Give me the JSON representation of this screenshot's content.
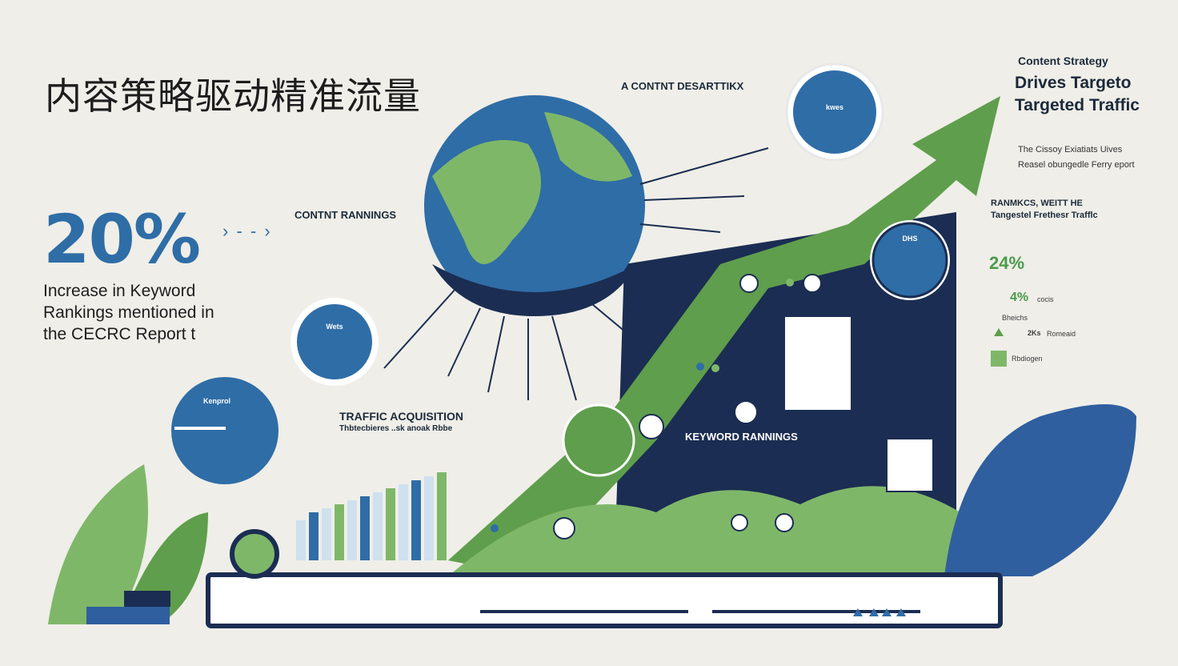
{
  "header": {
    "title": "内容策略驱动精准流量"
  },
  "left_stat": {
    "value": "20%",
    "arrows": "› - - ›",
    "description_line1": "Increase in Keyword",
    "description_line2": "Rankings mentioned in",
    "description_line3": "the CECRC Report t"
  },
  "top_annotation": {
    "heading": "A CONTNT DESARTTIKX"
  },
  "content_rankings": {
    "heading": "CONTNT RANNINGS"
  },
  "circle_views": {
    "label": "Wets"
  },
  "circle_keyword": {
    "label": "Kenprol"
  },
  "traffic_acquisition": {
    "heading": "TRAFFIC ACQUISITION",
    "subheading": "Thbtecbieres ..sk anoak Rbbe"
  },
  "keyword_rankings": {
    "heading": "KEYWORD RANNINGS"
  },
  "top_circle": {
    "label": "kwes"
  },
  "right_panel": {
    "small_title": "Content Strategy",
    "title_line1": "Drives Targeto",
    "title_line2": "Targeted Traffic",
    "sub_line1": "The Cissoy Exiatiats Uives",
    "sub_line2": "Reasel obungedle Ferry eport",
    "rankings_heading": "RANMKCS, WEITT HE",
    "rankings_sub": "Tangestel Frethesr Trafflc",
    "pct_a": "24%",
    "pct_b": "4%",
    "pct_b_suffix": "cocis",
    "row_c": "Bheichs",
    "row_d": "2Ks",
    "row_d_suffix": "Romeaid",
    "row_e": "Rbdiogen"
  },
  "right_circle": {
    "label": "DHS"
  },
  "colors": {
    "navy": "#1b2d52",
    "blue": "#2f6da6",
    "green": "#5f9e4c",
    "light_green": "#7fb769",
    "background": "#efeee8"
  }
}
